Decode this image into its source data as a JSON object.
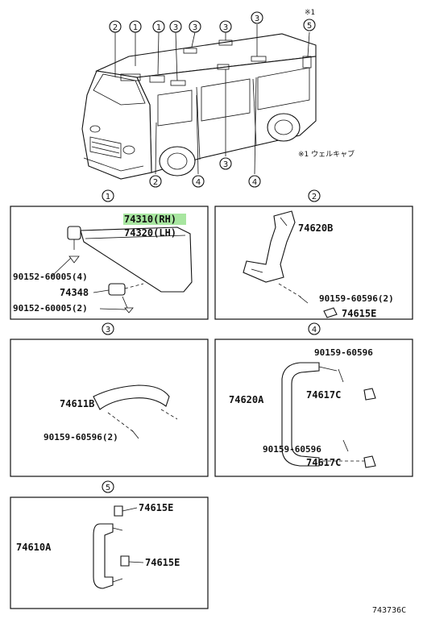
{
  "vehicle_view": {
    "callouts_top": [
      "2",
      "1",
      "1",
      "3",
      "3",
      "3",
      "3",
      "5"
    ],
    "callouts_bottom": [
      "2",
      "4",
      "3",
      "4"
    ],
    "note_mark": "※1",
    "note_text": "※1 ウェルキャブ"
  },
  "panels": [
    {
      "number": "1",
      "labels": [
        "74310(RH)",
        "74320(LH)",
        "90152-60005(4)",
        "74348",
        "90152-60005(2)"
      ],
      "highlighted": "74310(RH)"
    },
    {
      "number": "2",
      "labels": [
        "74620B",
        "90159-60596(2)",
        "74615E"
      ]
    },
    {
      "number": "3",
      "labels": [
        "74611B",
        "90159-60596(2)"
      ]
    },
    {
      "number": "4",
      "labels": [
        "90159-60596",
        "74620A",
        "74617C",
        "90159-60596",
        "74617C"
      ]
    },
    {
      "number": "5",
      "labels": [
        "74615E",
        "74610A",
        "74615E"
      ]
    }
  ],
  "diagram_code": "743736C",
  "colors": {
    "highlight": "#a8e6a0",
    "line": "#111111"
  }
}
